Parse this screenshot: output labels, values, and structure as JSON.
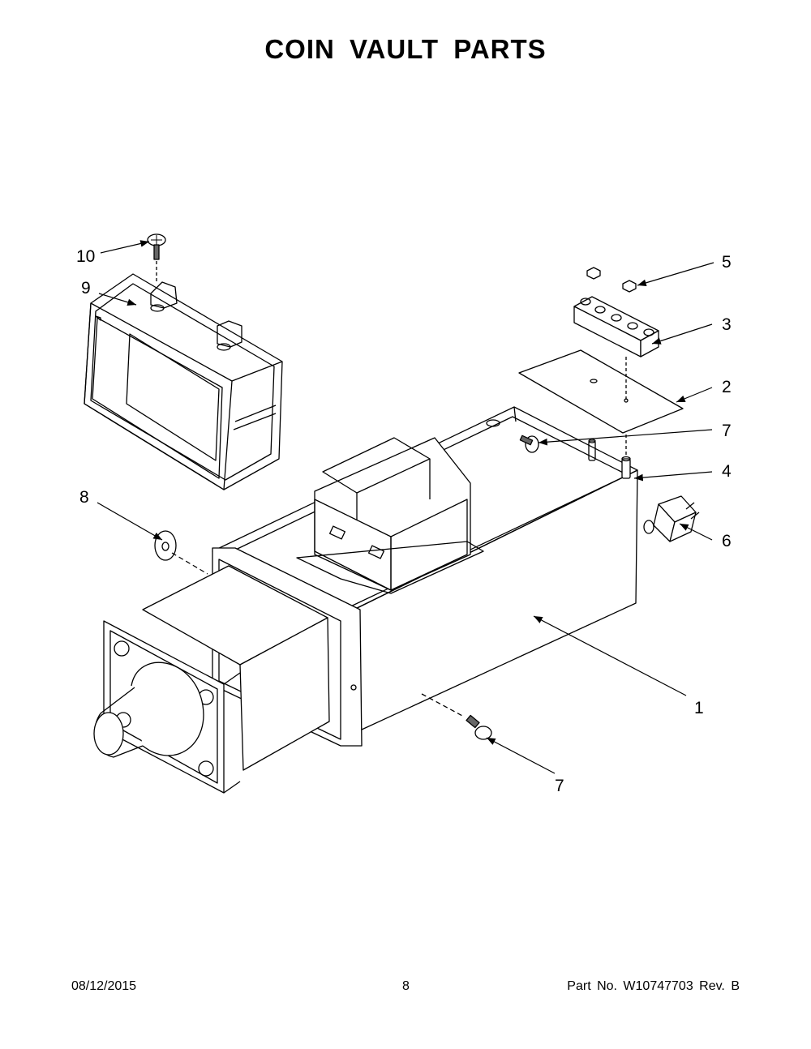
{
  "title": "COIN VAULT PARTS",
  "callouts": {
    "c1": "1",
    "c2": "2",
    "c3": "3",
    "c4": "4",
    "c5": "5",
    "c6": "6",
    "c7a": "7",
    "c7b": "7",
    "c8": "8",
    "c9": "9",
    "c10": "10"
  },
  "footer": {
    "date": "08/12/2015",
    "page": "8",
    "part": "Part No.  W10747703  Rev.  B"
  }
}
